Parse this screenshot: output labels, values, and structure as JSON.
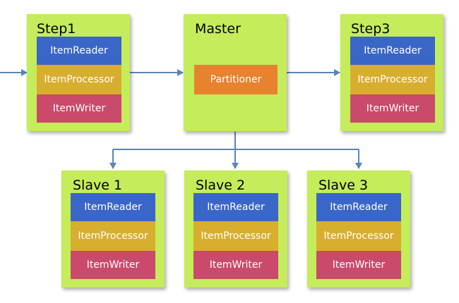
{
  "colors": {
    "box": "#c5ec5a",
    "reader": "#3a66c8",
    "processor": "#d8ae2f",
    "writer": "#c94a6a",
    "partitioner": "#e7822e",
    "arrow": "#5b84b8"
  },
  "step1": {
    "title": "Step1",
    "reader": "ItemReader",
    "processor": "ItemProcessor",
    "writer": "ItemWriter"
  },
  "master": {
    "title": "Master",
    "partitioner": "Partitioner"
  },
  "step3": {
    "title": "Step3",
    "reader": "ItemReader",
    "processor": "ItemProcessor",
    "writer": "ItemWriter"
  },
  "slaves": [
    {
      "title": "Slave 1",
      "reader": "ItemReader",
      "processor": "ItemProcessor",
      "writer": "ItemWriter"
    },
    {
      "title": "Slave 2",
      "reader": "ItemReader",
      "processor": "ItemProcessor",
      "writer": "ItemWriter"
    },
    {
      "title": "Slave 3",
      "reader": "ItemReader",
      "processor": "ItemProcessor",
      "writer": "ItemWriter"
    }
  ]
}
